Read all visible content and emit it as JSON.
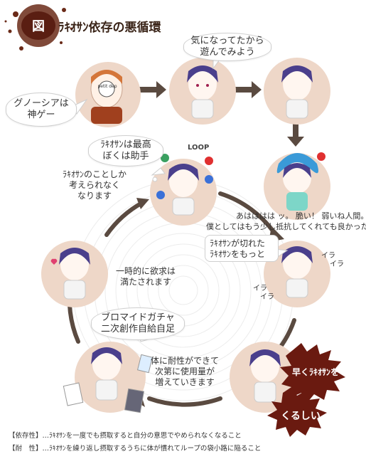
{
  "title": {
    "badge": "図",
    "text": "ﾗｷｵｻﾝ依存の悪循環"
  },
  "nodes": {
    "recommend": {
      "speech": [
        "グノーシアは",
        "神ゲー"
      ],
      "shirt": "petit dep"
    },
    "try": {
      "speech": [
        "気になってたから",
        "遊んでみよう"
      ]
    },
    "hooked": {
      "speech": [
        "ﾗｷｵｻﾝは最高",
        "ぼくは助手"
      ],
      "sfx": "LOOP"
    },
    "euphoria": {
      "speech": [
        "あはははは ッ。 脆い！  弱いね人間。",
        "僕としてはもう少し抵抗してくれても良かったよ"
      ]
    },
    "withdrawal": {
      "speech": [
        "ﾗｷｵｻﾝが切れた",
        "ﾗｷｵｻﾝをもっと"
      ],
      "sfx": [
        "イラ",
        "イラ",
        "イラ",
        "イラ"
      ]
    },
    "craving": {
      "burst1": "早くﾗｷｵｻﾝを",
      "burst2": "くるしい"
    },
    "collect": {
      "speech": [
        "ブロマイドガチャ",
        "二次創作自給自足"
      ]
    }
  },
  "cycle_labels": {
    "thinking": [
      "ﾗｷｵｻﾝのことしか",
      "考えられなく",
      "なります"
    ],
    "satisfied": [
      "一時的に欲求は",
      "満たされます"
    ],
    "tolerance": [
      "体に耐性ができて",
      "次第に使用量が",
      "増えていきます"
    ]
  },
  "definitions": [
    {
      "key": "【依存性】",
      "text": "…ﾗｷｵｻﾝを一度でも摂取すると自分の意思でやめられなくなること"
    },
    {
      "key": "【耐　性】",
      "text": "…ﾗｷｵｻﾝを繰り返し摂取するうちに体が慣れてループの袋小路に陥ること"
    }
  ],
  "colors": {
    "node_fill": "#eed7c8",
    "arrow": "#5a4a40",
    "badge": "#5a1e12",
    "burst": "#6a1a10",
    "hair": "#4a3f8c"
  }
}
